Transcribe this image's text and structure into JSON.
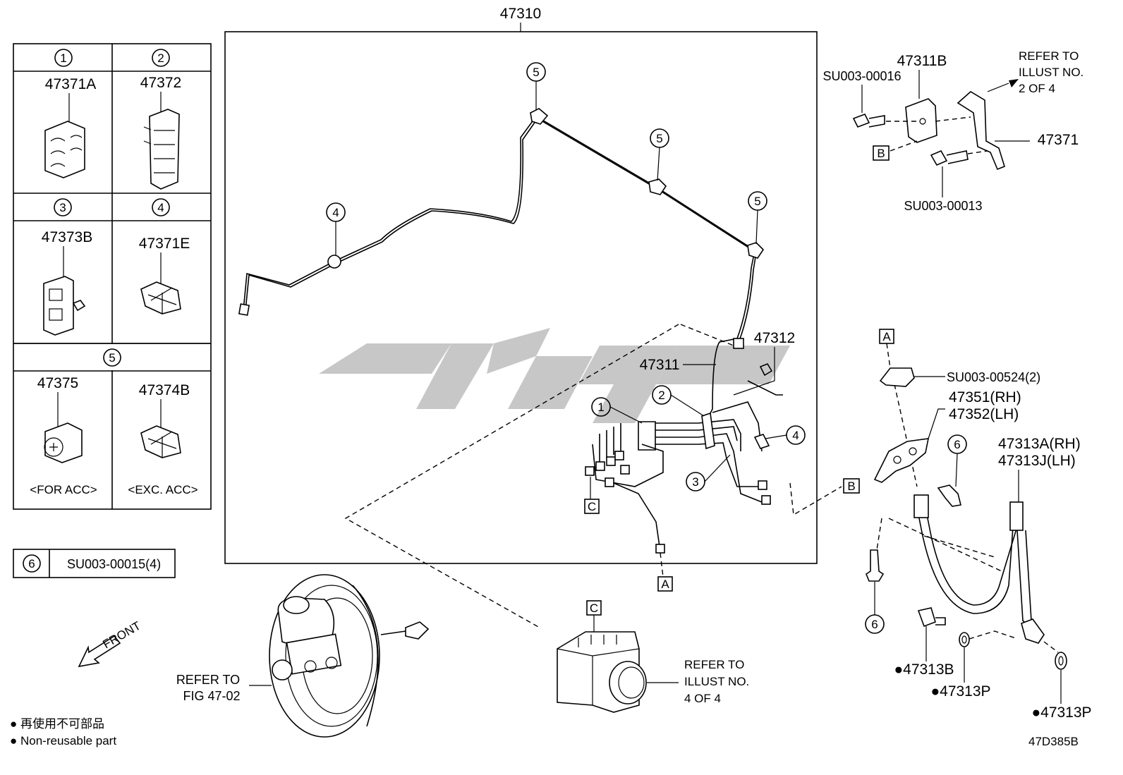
{
  "main_assembly": "47310",
  "clip_table": {
    "cells": [
      {
        "num": "1",
        "part": "47371A",
        "note": ""
      },
      {
        "num": "2",
        "part": "47372",
        "note": ""
      },
      {
        "num": "3",
        "part": "47373B",
        "note": ""
      },
      {
        "num": "4",
        "part": "47371E",
        "note": ""
      },
      {
        "num": "5",
        "part": "47375",
        "note": "<FOR ACC>"
      },
      {
        "num": "",
        "part": "47374B",
        "note": "<EXC. ACC>"
      }
    ],
    "bolt_num": "6",
    "bolt_part": "SU003-00015(4)"
  },
  "labels": {
    "p47311B": "47311B",
    "su0016": "SU003-00016",
    "su0013": "SU003-00013",
    "p47371": "47371",
    "refer_top": [
      "REFER TO",
      "ILLUST NO.",
      "2 OF 4"
    ],
    "p47312": "47312",
    "p47311": "47311",
    "su00524": "SU003-00524(2)",
    "p47351": "47351(RH)",
    "p47352": "47352(LH)",
    "p47313A": "47313A(RH)",
    "p47313J": "47313J(LH)",
    "p47313B": "●47313B",
    "p47313P_1": "●47313P",
    "p47313P_2": "●47313P",
    "refer_fig": [
      "REFER TO",
      "FIG 47-02"
    ],
    "refer_abs": [
      "REFER TO",
      "ILLUST NO.",
      "4 OF 4"
    ],
    "front": "FRONT",
    "legend_jp": "● 再使用不可部品",
    "legend_en": "● Non-reusable part",
    "drawing_code": "47D385B"
  },
  "callouts": {
    "c1": "1",
    "c2": "2",
    "c3": "3",
    "c4": "4",
    "c5": "5",
    "c6": "6"
  },
  "box_refs": {
    "A": "A",
    "B": "B",
    "C": "C"
  }
}
